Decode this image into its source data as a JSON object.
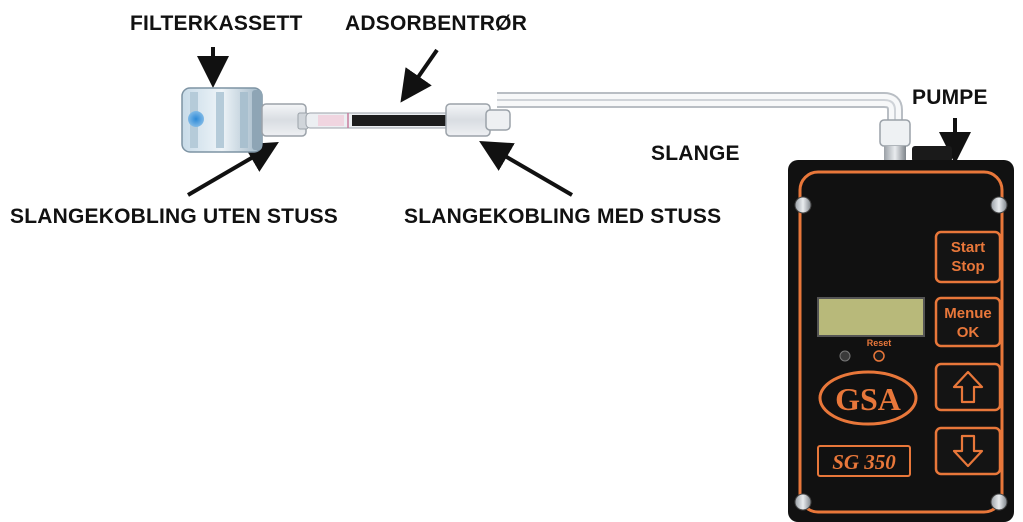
{
  "labels": {
    "filterkassett": "FILTERKASSETT",
    "adsorbentror": "ADSORBENTRØR",
    "pumpe": "PUMPE",
    "slange": "SLANGE",
    "slangekobling_uten": "SLANGEKOBLING UTEN STUSS",
    "slangekobling_med": "SLANGEKOBLING MED STUSS"
  },
  "pump": {
    "start_stop_line1": "Start",
    "start_stop_line2": "Stop",
    "menue_ok_line1": "Menue",
    "menue_ok_line2": "OK",
    "reset_label": "Reset",
    "brand": "GSA",
    "model": "SG 350",
    "up_icon": "arrow-up-icon",
    "down_icon": "arrow-down-icon"
  },
  "colors": {
    "accent": "#e8773a",
    "pump_body": "#111111",
    "display": "#b8b97a"
  }
}
